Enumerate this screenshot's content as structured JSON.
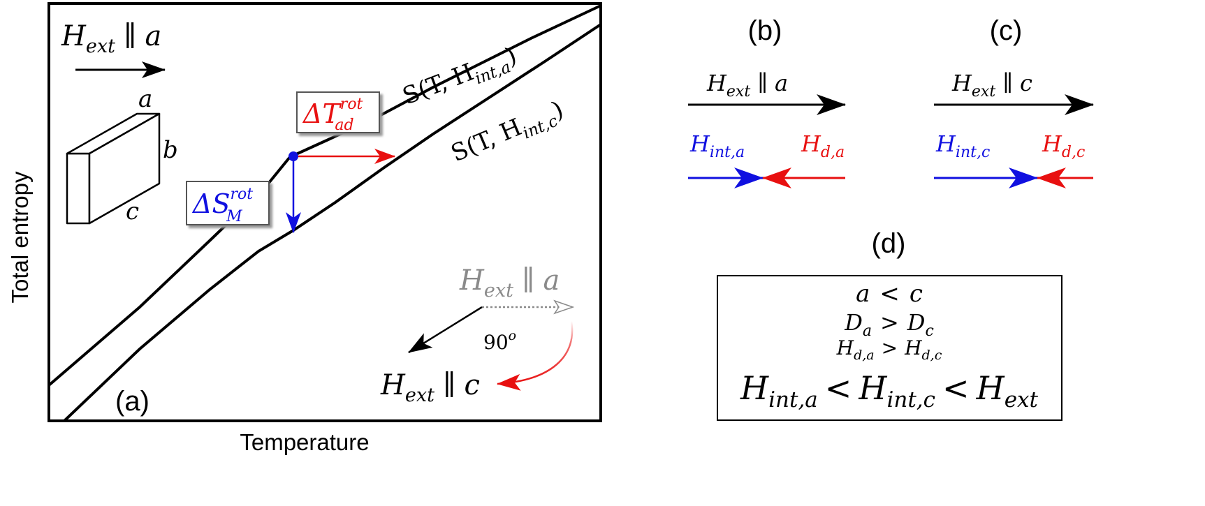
{
  "panel_a": {
    "label": "(a)",
    "xlabel": "Temperature",
    "ylabel": "Total entropy",
    "field_label": {
      "base": "H",
      "sub": "ext",
      "rel": "∥",
      "axis": "a"
    },
    "crystal_axes": {
      "a": "a",
      "b": "b",
      "c": "c"
    },
    "curve_a_label": {
      "pre": "S(T, H",
      "sub": "int,a",
      "post": ")"
    },
    "curve_c_label": {
      "pre": "S(T, H",
      "sub": "int,c",
      "post": ")"
    },
    "delta_T": {
      "base": "ΔT",
      "sup": "rot",
      "sub": "ad"
    },
    "delta_S": {
      "base": "ΔS",
      "sup": "rot",
      "sub": "M"
    },
    "rotation": {
      "from": {
        "base": "H",
        "sub": "ext",
        "rel": "∥",
        "axis": "a"
      },
      "to": {
        "base": "H",
        "sub": "ext",
        "rel": "∥",
        "axis": "c"
      },
      "angle": {
        "base": "90",
        "sup": "o"
      }
    }
  },
  "panel_b": {
    "label": "(b)",
    "field": {
      "base": "H",
      "sub": "ext",
      "rel": "∥",
      "axis": "a"
    },
    "internal": {
      "base": "H",
      "sub": "int,a"
    },
    "demag": {
      "base": "H",
      "sub": "d,a"
    }
  },
  "panel_c": {
    "label": "(c)",
    "field": {
      "base": "H",
      "sub": "ext",
      "rel": "∥",
      "axis": "c"
    },
    "internal": {
      "base": "H",
      "sub": "int,c"
    },
    "demag": {
      "base": "H",
      "sub": "d,c"
    }
  },
  "panel_d": {
    "label": "(d)",
    "line1": {
      "l": "a",
      "op": "<",
      "r": "c"
    },
    "line2": {
      "l": "D",
      "lsub": "a",
      "op": ">",
      "r": "D",
      "rsub": "c"
    },
    "line3": {
      "l": "H",
      "lsub": "d,a",
      "op": ">",
      "r": "H",
      "rsub": "d,c"
    },
    "line4": {
      "a": "H",
      "asub": "int,a",
      "op1": "<",
      "b": "H",
      "bsub": "int,c",
      "op2": "<",
      "c": "H",
      "csub": "ext"
    }
  },
  "colors": {
    "blue": "#1010e0",
    "red": "#e81010",
    "gray": "#8a8a8a",
    "black": "#000000"
  }
}
